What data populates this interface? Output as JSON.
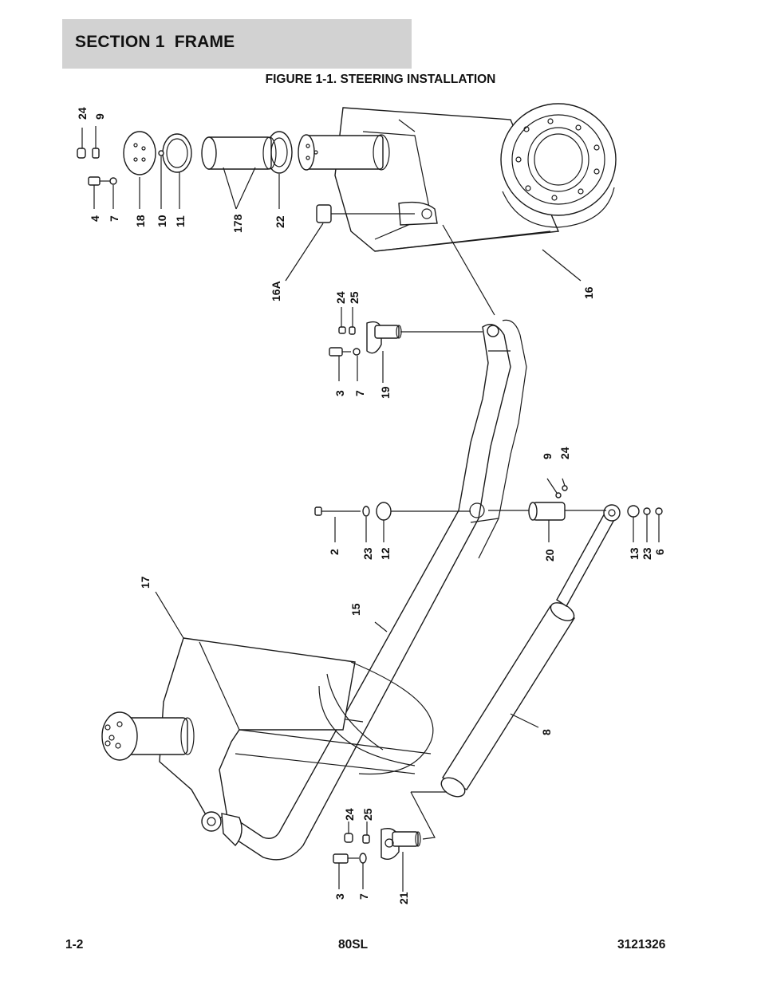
{
  "header": {
    "section_title": "SECTION 1  FRAME",
    "figure_title": "FIGURE 1-1. STEERING INSTALLATION"
  },
  "callouts": {
    "c24a": "24",
    "c9a": "9",
    "c4a": "4",
    "c7a": "7",
    "c18": "18",
    "c10": "10",
    "c11": "11",
    "c178": "178",
    "c22": "22",
    "c16A": "16A",
    "c16": "16",
    "c24b": "24",
    "c25a": "25",
    "c3a": "3",
    "c7b": "7",
    "c19": "19",
    "c9b": "9",
    "c24c": "24",
    "c2": "2",
    "c23a": "23",
    "c12": "12",
    "c20": "20",
    "c13": "13",
    "c23b": "23",
    "c6": "6",
    "c17": "17",
    "c15": "15",
    "c8": "8",
    "c24d": "24",
    "c25b": "25",
    "c3b": "3",
    "c7c": "7",
    "c21": "21"
  },
  "footer": {
    "page": "1-2",
    "model": "80SL",
    "doc_number": "3121326"
  }
}
